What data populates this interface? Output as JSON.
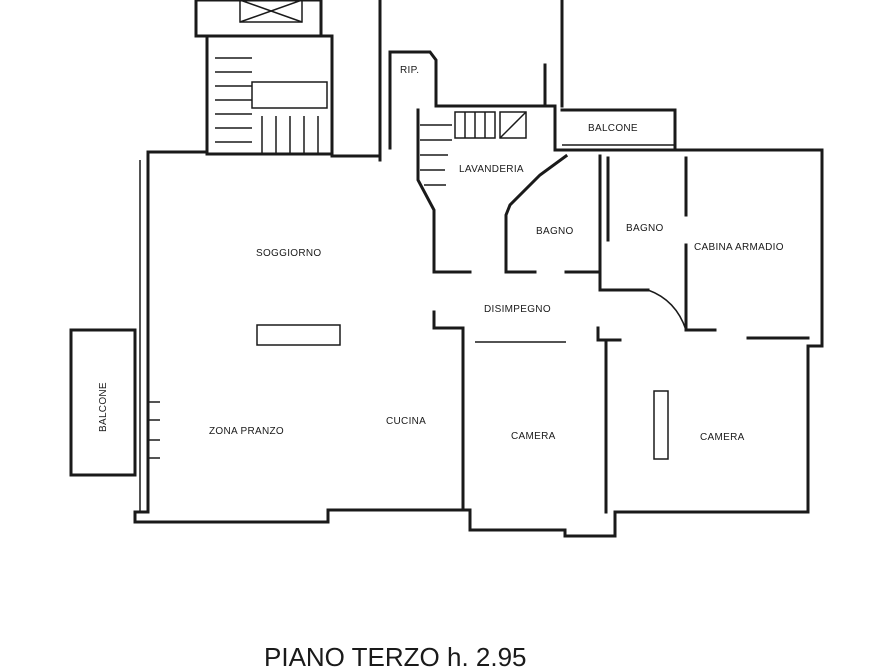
{
  "rooms": {
    "rip": "RIP.",
    "balcone_top": "BALCONE",
    "lavanderia": "LAVANDERIA",
    "bagno_1": "BAGNO",
    "bagno_2": "BAGNO",
    "cabina_armadio": "CABINA ARMADIO",
    "soggiorno": "SOGGIORNO",
    "disimpegno": "DISIMPEGNO",
    "balcone_left": "BALCONE",
    "zona_pranzo": "ZONA PRANZO",
    "cucina": "CUCINA",
    "camera_1": "CAMERA",
    "camera_2": "CAMERA"
  },
  "caption": "PIANO TERZO h. 2.95"
}
